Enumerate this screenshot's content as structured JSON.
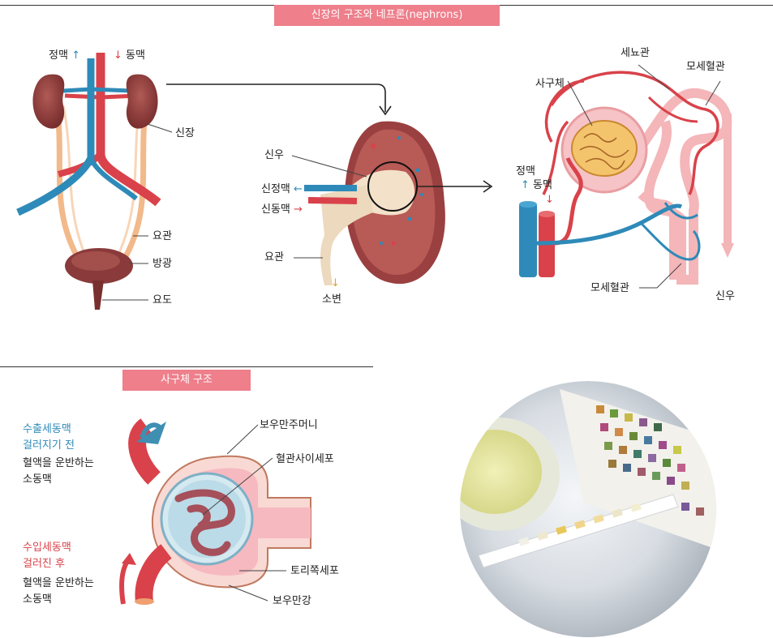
{
  "titles": {
    "top_banner": "신장의 구조와 네프론(nephrons)",
    "bottom_banner": "사구체 구조"
  },
  "body_diagram": {
    "vein": "정맥",
    "artery": "동맥",
    "kidney": "신장",
    "ureter": "요관",
    "bladder": "방광",
    "urethra": "요도"
  },
  "kidney_diagram": {
    "pelvis": "신우",
    "renal_vein": "신정맥",
    "renal_artery": "신동맥",
    "ureter": "요관",
    "urine": "소변"
  },
  "nephron_diagram": {
    "tubule": "세뇨관",
    "capillary_top": "모세혈관",
    "glomerulus": "사구체",
    "vein": "정맥",
    "artery": "동맥",
    "capillary_bottom": "모세혈관",
    "pelvis": "신우"
  },
  "glomerulus_diagram": {
    "efferent_title": "수출세동맥\n걸러지기 전",
    "efferent_desc": "혈액을 운반하는\n소동맥",
    "afferent_title": "수입세동맥\n걸러진 후",
    "afferent_desc": "혈액을 운반하는\n소동맥",
    "bowman_capsule": "보우만주머니",
    "mesangial": "혈관사이세포",
    "podocyte": "토리쪽세포",
    "bowman_space": "보우만강"
  },
  "colors": {
    "banner": "#ee7f8b",
    "artery": "#d9424a",
    "vein": "#2e8ab8",
    "kidney": "#8a3a3a"
  }
}
